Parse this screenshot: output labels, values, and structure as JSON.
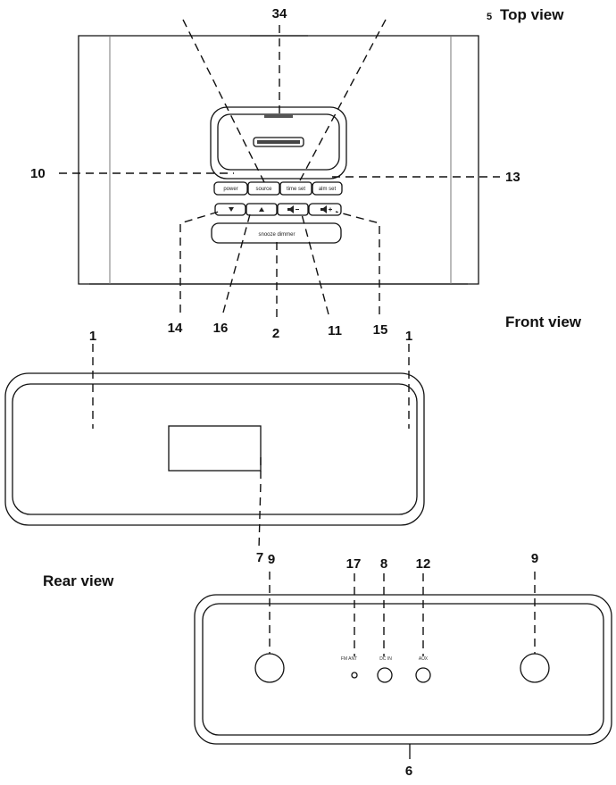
{
  "views": {
    "top": "Top view",
    "front": "Front view",
    "rear": "Rear view"
  },
  "top_buttons": {
    "power": "power",
    "source": "source",
    "time_set": "time set",
    "alm_set": "alm set",
    "snooze_dimmer": "snooze  dimmer"
  },
  "rear_labels": {
    "fm_ant": "FM ANT",
    "dc_in": "DC IN",
    "aux": "AUX"
  },
  "callouts": {
    "c5": "5",
    "c34": "34",
    "c10": "10",
    "c13": "13",
    "c14": "14",
    "c16": "16",
    "c2": "2",
    "c11": "11",
    "c15": "15",
    "c1_left": "1",
    "c1_right": "1",
    "c7": "7",
    "c9_left": "9",
    "c17": "17",
    "c8": "8",
    "c12": "12",
    "c9_right": "9",
    "c6": "6"
  }
}
